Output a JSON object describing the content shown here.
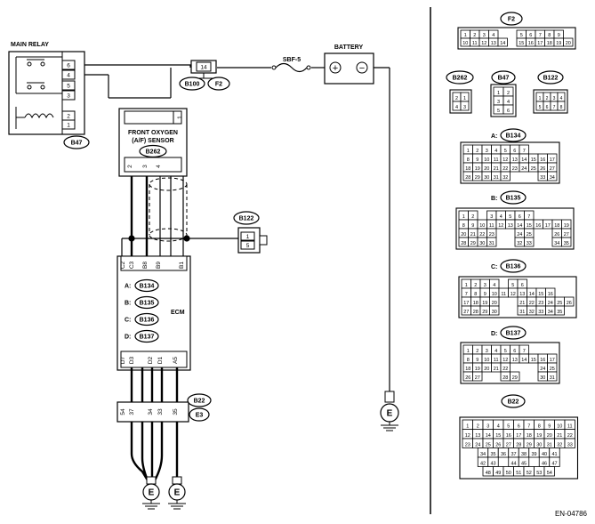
{
  "figure_code": "EN-04786",
  "labels": {
    "main_relay": "MAIN RELAY",
    "battery": "BATTERY",
    "fuse": "SBF-5",
    "sensor_line1": "FRONT OXYGEN",
    "sensor_line2": "(A/F) SENSOR",
    "ecm": "ECM",
    "plus": "+",
    "minus": "−",
    "ground": "E"
  },
  "connectors": {
    "b47": "B47",
    "b262": "B262",
    "b100": "B100",
    "f2": "F2",
    "b122": "B122",
    "b134": "B134",
    "b135": "B135",
    "b136": "B136",
    "b137": "B137",
    "b22": "B22",
    "e3": "E3"
  },
  "relay_pins": [
    "6",
    "4",
    "5",
    "3",
    "2",
    "1"
  ],
  "sensor_pins_top": [
    "1"
  ],
  "sensor_pins_bottom": [
    "2",
    "3",
    "4"
  ],
  "fuse_terminal": "14",
  "b122_pins": [
    "1",
    "5"
  ],
  "ecm_top_pins": [
    "C2",
    "C3",
    "B8",
    "B9",
    "B1"
  ],
  "ecm_bottom_pins": [
    "D7",
    "D3",
    "D2",
    "D1",
    "A5"
  ],
  "ecm_prefixes": [
    "A:",
    "B:",
    "C:",
    "D:"
  ],
  "joint_pins": [
    "54",
    "37",
    "34",
    "33",
    "35"
  ],
  "right_titles": {
    "a": "A:",
    "b": "B:",
    "c": "C:",
    "d": "D:"
  },
  "f2_grid": [
    [
      "1",
      "2",
      "3",
      "4",
      "",
      "",
      "5",
      "6",
      "7",
      "8",
      "9"
    ],
    [
      "10",
      "11",
      "12",
      "13",
      "14",
      "",
      "15",
      "16",
      "17",
      "18",
      "19",
      "20"
    ]
  ],
  "b262_grid": [
    [
      "2",
      "1"
    ],
    [
      "4",
      "3"
    ]
  ],
  "b47_grid": [
    [
      "1",
      "2"
    ],
    [
      "3",
      "4"
    ],
    [
      "5",
      "6"
    ]
  ],
  "b122_grid": [
    [
      "1",
      "2",
      "3",
      "4"
    ],
    [
      "5",
      "6",
      "7",
      "8"
    ]
  ],
  "b134_grid": [
    [
      "1",
      "2",
      "3",
      "4",
      "5",
      "6",
      "7"
    ],
    [
      "8",
      "9",
      "10",
      "11",
      "12",
      "13",
      "14",
      "15",
      "16",
      "17"
    ],
    [
      "18",
      "19",
      "20",
      "21",
      "22",
      "23",
      "24",
      "25",
      "26",
      "27"
    ],
    [
      "28",
      "29",
      "30",
      "31",
      "32",
      "",
      "",
      "",
      "33",
      "34"
    ]
  ],
  "b135_grid": [
    [
      "1",
      "2",
      "",
      "3",
      "4",
      "5",
      "6",
      "7"
    ],
    [
      "8",
      "9",
      "10",
      "11",
      "12",
      "13",
      "14",
      "15",
      "16",
      "17",
      "18",
      "19"
    ],
    [
      "20",
      "21",
      "22",
      "23",
      "",
      "",
      "24",
      "25",
      "",
      "",
      "26",
      "27"
    ],
    [
      "28",
      "29",
      "30",
      "31",
      "",
      "",
      "32",
      "33",
      "",
      "",
      "34",
      "35"
    ]
  ],
  "b136_grid": [
    [
      "1",
      "2",
      "3",
      "4",
      "",
      "5",
      "6"
    ],
    [
      "7",
      "8",
      "9",
      "10",
      "11",
      "12",
      "13",
      "14",
      "15",
      "16"
    ],
    [
      "17",
      "18",
      "19",
      "20",
      "",
      "",
      "21",
      "22",
      "23",
      "24",
      "25",
      "26"
    ],
    [
      "27",
      "28",
      "29",
      "30",
      "",
      "",
      "31",
      "32",
      "33",
      "34",
      "35"
    ]
  ],
  "b137_grid": [
    [
      "1",
      "2",
      "3",
      "4",
      "5",
      "6",
      "7"
    ],
    [
      "8",
      "9",
      "10",
      "11",
      "12",
      "13",
      "14",
      "15",
      "16",
      "17"
    ],
    [
      "18",
      "19",
      "20",
      "21",
      "22",
      "",
      "",
      "",
      "24",
      "25"
    ],
    [
      "26",
      "27",
      "",
      "",
      "28",
      "29",
      "",
      "",
      "30",
      "31"
    ]
  ],
  "b22_grid": [
    [
      "1",
      "2",
      "3",
      "4",
      "5",
      "6",
      "7",
      "8",
      "9",
      "10",
      "11"
    ],
    [
      "12",
      "13",
      "14",
      "15",
      "16",
      "17",
      "18",
      "19",
      "20",
      "21",
      "22"
    ],
    [
      "23",
      "24",
      "25",
      "26",
      "27",
      "28",
      "29",
      "30",
      "31",
      "32",
      "33"
    ],
    [
      "34",
      "35",
      "36",
      "37",
      "38",
      "39",
      "40",
      "41"
    ],
    [
      "42",
      "43",
      "",
      "44",
      "45",
      "",
      "46",
      "47"
    ],
    [
      "48",
      "49",
      "50",
      "51",
      "52",
      "53",
      "54"
    ]
  ]
}
